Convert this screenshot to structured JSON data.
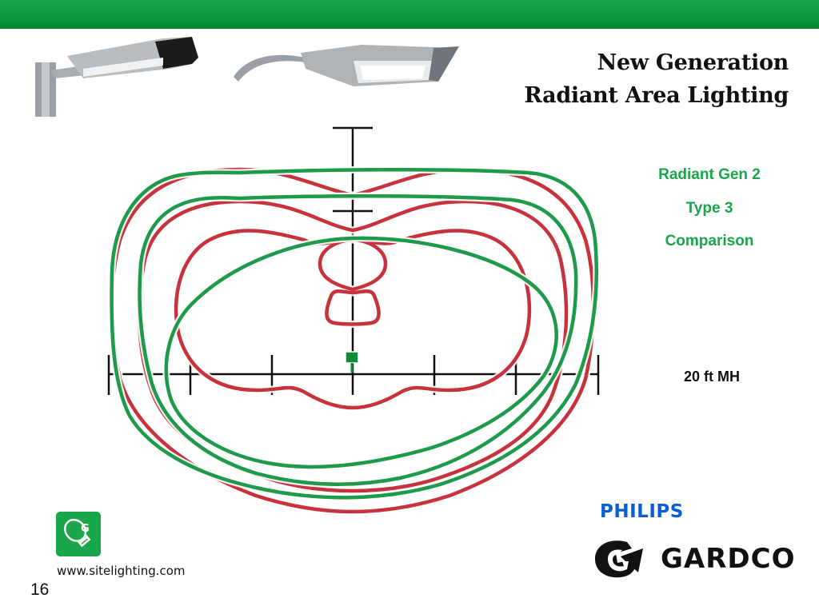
{
  "title": {
    "line1": "New Generation",
    "line2": "Radiant Area Lighting"
  },
  "legend": {
    "line1": "Radiant Gen 2",
    "line2": "Type 3",
    "line3": "Comparison"
  },
  "mounting_height": "20 ft MH",
  "footer": {
    "url": "www.sitelighting.com",
    "page_number": "16",
    "brand_philips": "PHILIPS",
    "brand_gardco": "GARDCO",
    "icon_letter": "G"
  },
  "colors": {
    "accent_green": "#1aa64a",
    "contour_red": "#c8323c",
    "contour_green": "#1d9a4a",
    "philips_blue": "#0b5ed7"
  }
}
